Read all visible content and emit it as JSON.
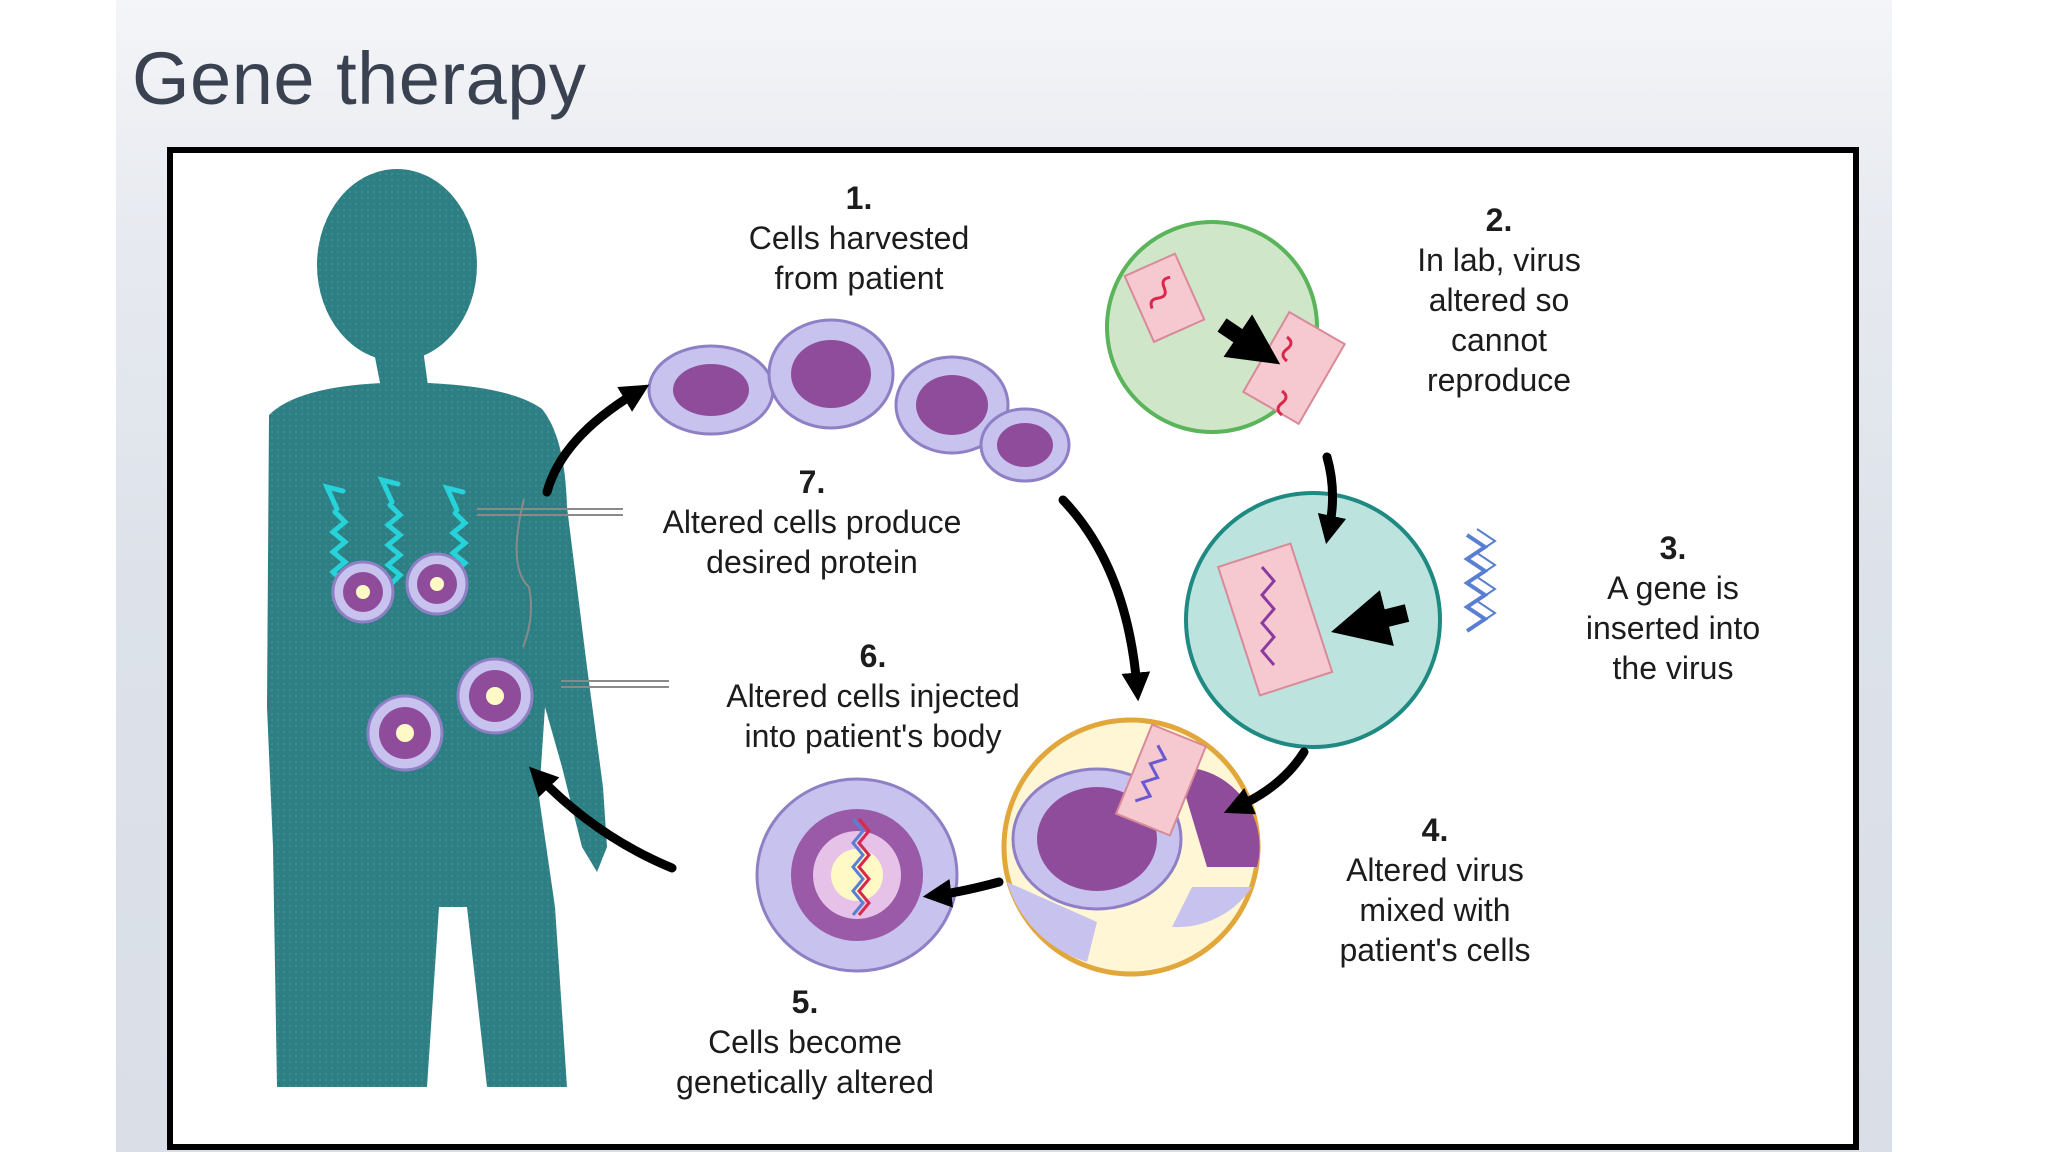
{
  "slide": {
    "title": "Gene therapy"
  },
  "steps": [
    {
      "number": "1.",
      "lines": [
        "Cells harvested",
        "from patient"
      ]
    },
    {
      "number": "2.",
      "lines": [
        "In lab, virus",
        "altered so",
        "cannot",
        "reproduce"
      ]
    },
    {
      "number": "3.",
      "lines": [
        "A gene is",
        "inserted into",
        "the virus"
      ]
    },
    {
      "number": "4.",
      "lines": [
        "Altered virus",
        "mixed with",
        "patient's cells"
      ]
    },
    {
      "number": "5.",
      "lines": [
        "Cells become",
        "genetically altered"
      ]
    },
    {
      "number": "6.",
      "lines": [
        "Altered cells injected",
        "into patient's body"
      ]
    },
    {
      "number": "7.",
      "lines": [
        "Altered cells produce",
        "desired protein"
      ]
    }
  ],
  "colors": {
    "body": "#2e7f83",
    "cell_membrane": "#c7c2ee",
    "cell_nucleus": "#8f4c9a",
    "virus_capsule": "#f6c9d1",
    "virus_gene": "#d8284b",
    "lab_dish_green": "#cfe6c9",
    "lab_dish_teal": "#bde3df",
    "protein_arrows": "#27d3da"
  }
}
